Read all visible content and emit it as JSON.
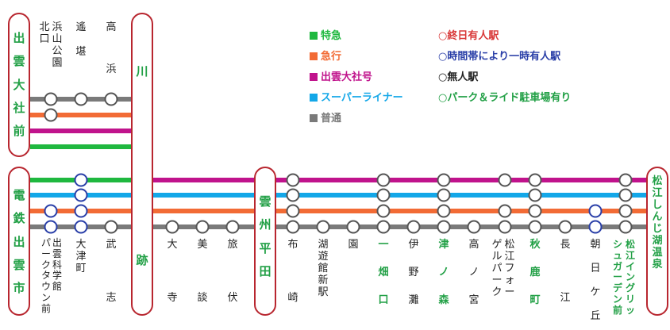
{
  "colors": {
    "limited_express": "#1fb83f",
    "express": "#f26b35",
    "izumo_taisha": "#c0138c",
    "super_liner": "#13a7e8",
    "local": "#7a7a7a",
    "terminal_border": "#b8262f",
    "green_text": "#22a046",
    "blue_ring": "#2a3fa8",
    "red_ring": "#d93a3a"
  },
  "legend": {
    "trains": [
      {
        "key": "limited_express",
        "label": "特急"
      },
      {
        "key": "express",
        "label": "急行"
      },
      {
        "key": "izumo_taisha",
        "label": "出雲大社号"
      },
      {
        "key": "super_liner",
        "label": "スーパーライナー"
      },
      {
        "key": "local",
        "label": "普通"
      }
    ],
    "stations": [
      {
        "key": "red_ring",
        "label": "○終日有人駅"
      },
      {
        "key": "blue_ring",
        "label": "○時間帯により一時有人駅"
      },
      {
        "key": "black",
        "label": "○無人駅"
      },
      {
        "key": "green",
        "label": "○パーク＆ライド駐車場有り"
      }
    ]
  },
  "terminals": {
    "izumo_taishamae": "出雲大社前",
    "dentetsu_izumoshi": "電鉄出雲市",
    "kawato": "川跡",
    "unshu_hirata": "雲州平田",
    "matsue_onsen": "松江しんじ湖温泉"
  },
  "branch_stations": [
    {
      "top": "北口",
      "top2": "浜山公園"
    },
    {
      "top": "遙堪"
    },
    {
      "top": "高浜"
    }
  ],
  "west_stations": [
    {
      "name": "出雲科学館パークタウン前"
    },
    {
      "name": "大津町"
    },
    {
      "name": "武志"
    }
  ],
  "mid_stations": [
    {
      "name": "大寺"
    },
    {
      "name": "美談"
    },
    {
      "name": "旅伏"
    }
  ],
  "east_stations": [
    {
      "name": "布崎"
    },
    {
      "name": "湖遊館新駅"
    },
    {
      "name": "園"
    },
    {
      "name": "一畑口"
    },
    {
      "name": "伊野灘"
    },
    {
      "name": "津ノ森"
    },
    {
      "name": "高ノ宮"
    },
    {
      "name": "松江フォーゲルパーク"
    },
    {
      "name": "秋鹿町"
    },
    {
      "name": "長江"
    },
    {
      "name": "朝日ケ丘"
    },
    {
      "name": "松江イングリッシュガーデン前"
    }
  ]
}
